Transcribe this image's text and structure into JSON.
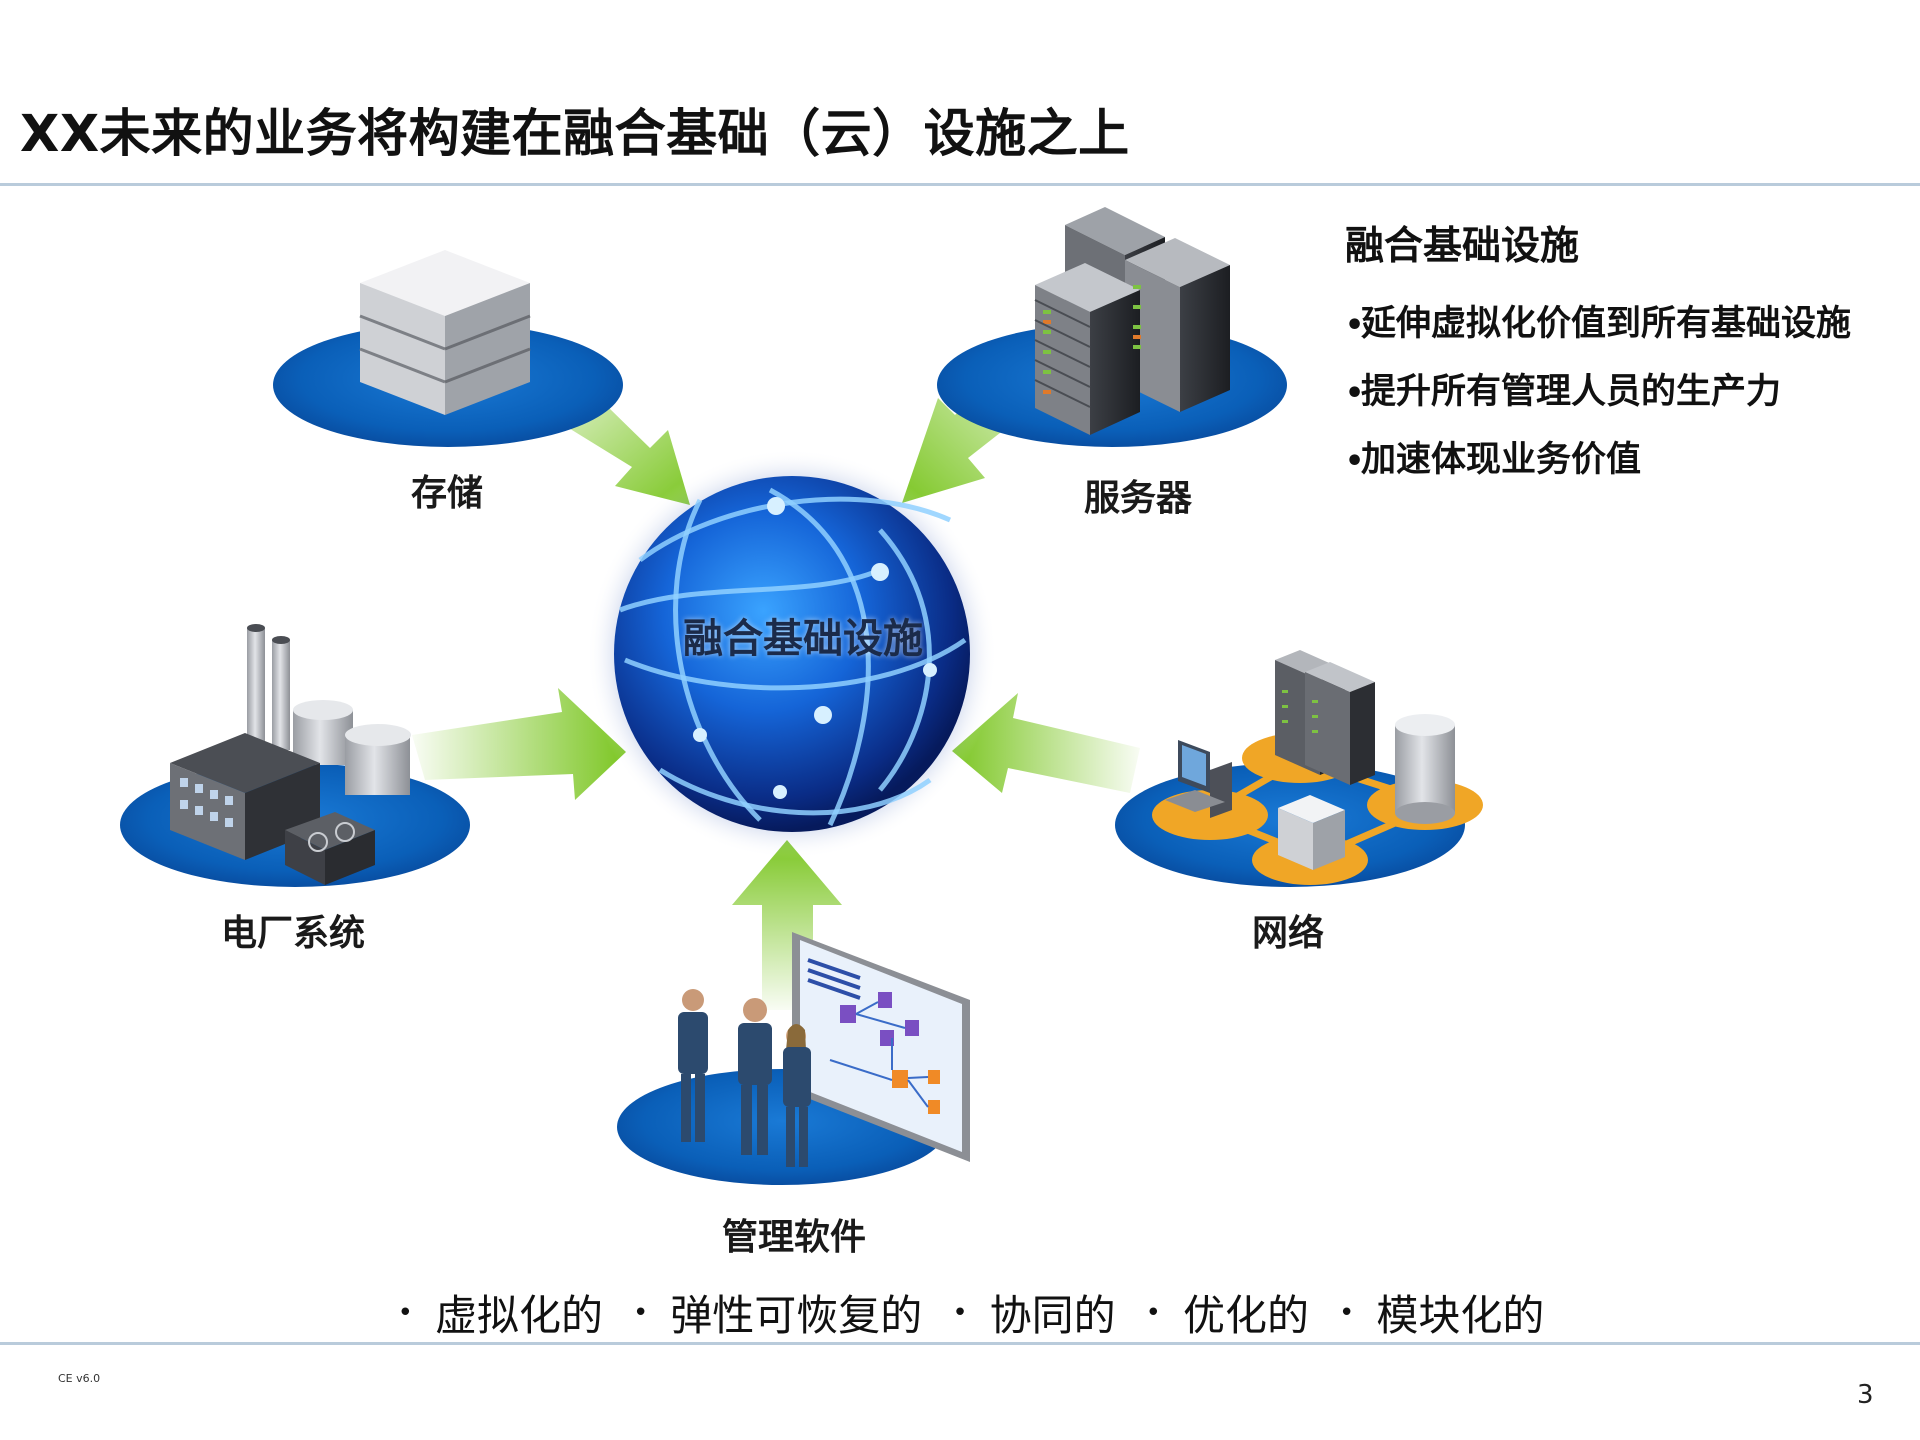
{
  "slide": {
    "title": "XX未来的业务将构建在融合基础（云）设施之上",
    "page_number": "3",
    "version": "CE v6.0"
  },
  "diagram": {
    "center_label": "融合基础设施",
    "nodes": {
      "storage": "存储",
      "servers": "服务器",
      "power_plant": "电厂系统",
      "network": "网络",
      "management_software": "管理软件"
    }
  },
  "panel": {
    "title": "融合基础设施",
    "bullets": [
      "延伸虚拟化价值到所有基础设施",
      "提升所有管理人员的生产力",
      "加速体现业务价值"
    ]
  },
  "attributes": [
    "虚拟化的",
    "弹性可恢复的",
    "协同的",
    "优化的",
    "模块化的"
  ],
  "colors": {
    "platform_blue": "#0a5fb8",
    "arrow_green": "#7cc623",
    "globe_blue": "#1565d8",
    "rule": "#b9cbdb"
  }
}
